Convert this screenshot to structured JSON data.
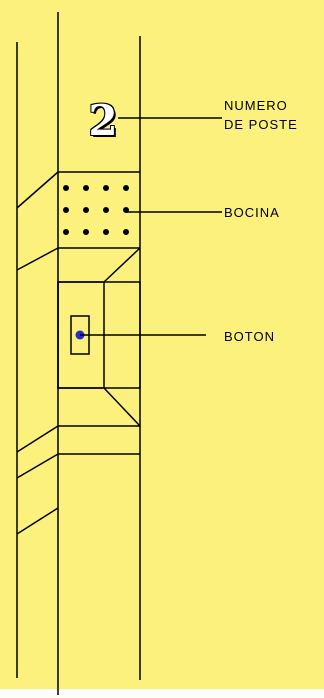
{
  "diagram": {
    "post_number": "2",
    "labels": {
      "numero_line1": "NUMERO",
      "numero_line2": "DE POSTE",
      "bocina": "BOCINA",
      "boton": "BOTON"
    },
    "colors": {
      "background": "#fbf17c",
      "line": "#000000",
      "button_dot": "#2a2ad0"
    }
  }
}
